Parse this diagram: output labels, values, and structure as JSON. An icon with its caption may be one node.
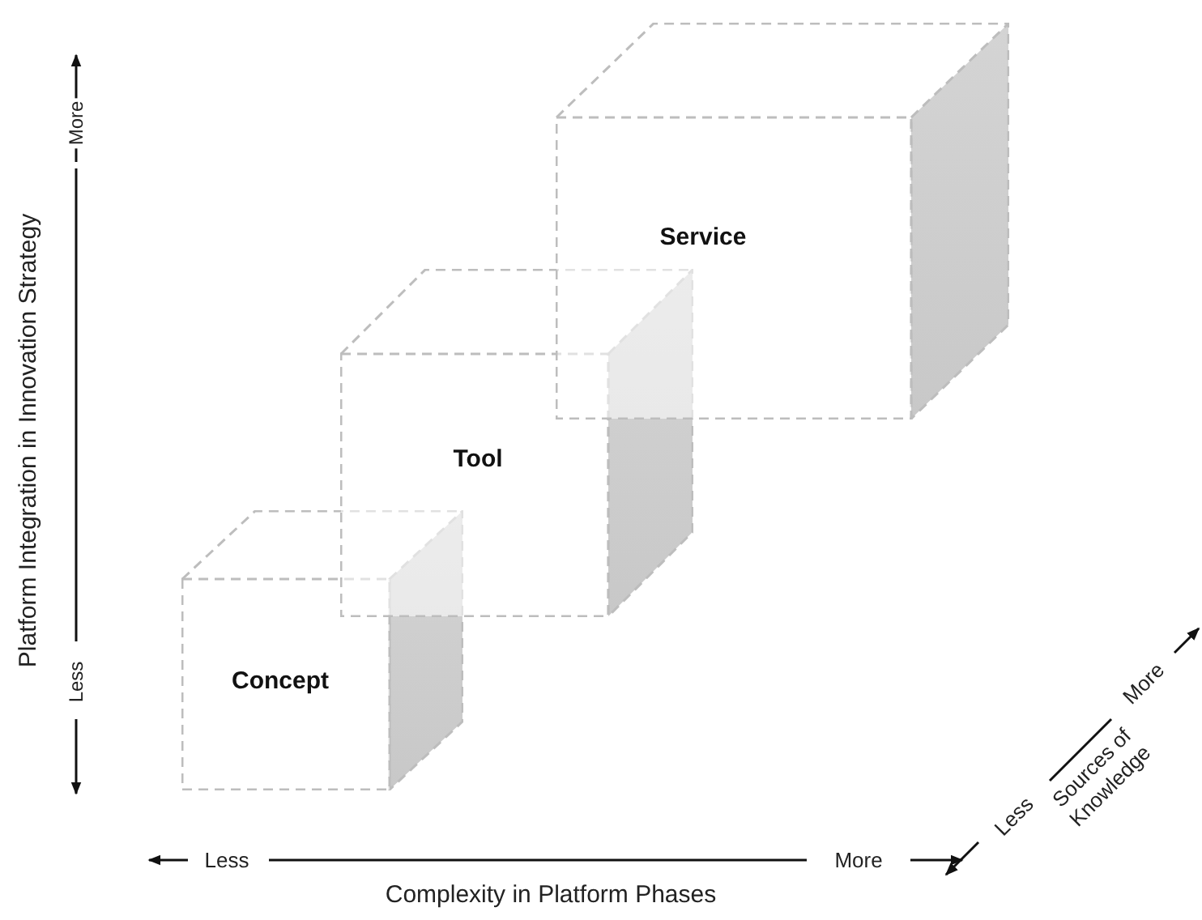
{
  "diagram": {
    "nodes": [
      {
        "text": [
          "Concept"
        ]
      },
      {
        "text": [
          "Tool"
        ]
      },
      {
        "text": [
          "Service"
        ]
      }
    ],
    "edges": [],
    "labels": [
      "More",
      "Platform Integration in Innovation Strategy",
      "Less",
      "Less",
      "More",
      "Complexity in Platform Phases",
      "Less",
      "More",
      "Sources of Knowledge"
    ]
  }
}
